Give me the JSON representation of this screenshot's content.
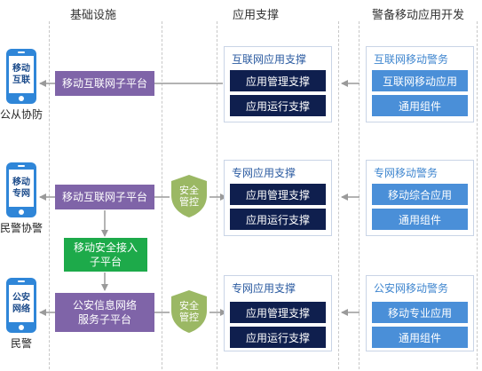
{
  "columns": {
    "infrastructure": "基础设施",
    "app_support": "应用支撑",
    "police_dev": "警备移动应用开发"
  },
  "rows": [
    {
      "user_icon_text": [
        "移动",
        "互联"
      ],
      "user_label": "公从协防",
      "platform": "移动互联网子平台",
      "security": null,
      "support_title": "互联网应用支撑",
      "support_items": [
        "应用管理支撑",
        "应用运行支撑"
      ],
      "dev_title": "互联网移动警务",
      "dev_items": [
        "互联网移动应用",
        "通用组件"
      ]
    },
    {
      "user_icon_text": [
        "移动",
        "专网"
      ],
      "user_label": "民警协警",
      "platform": "移动互联网子平台",
      "security": [
        "安全",
        "管控"
      ],
      "support_title": "专网应用支撑",
      "support_items": [
        "应用管理支撑",
        "应用运行支撑"
      ],
      "dev_title": "专网移动警务",
      "dev_items": [
        "移动综合应用",
        "通用组件"
      ]
    },
    {
      "user_icon_text": [
        "公安",
        "网络"
      ],
      "user_label": "民警",
      "platform": [
        "公安信息网络",
        "服务子平台"
      ],
      "security": [
        "安全",
        "管控"
      ],
      "support_title": "专网应用支撑",
      "support_items": [
        "应用管理支撑",
        "应用运行支撑"
      ],
      "dev_title": "公安网移动警务",
      "dev_items": [
        "移动专业应用",
        "通用组件"
      ]
    }
  ],
  "access_platform": [
    "移动安全接入",
    "子平台"
  ],
  "colors": {
    "phone": "#2f86d8",
    "platform": "#7f64a8",
    "access": "#1daa4a",
    "shield": "#9bb864",
    "dark_item": "#0f1f4e",
    "blue_item": "#4a8fd8",
    "arrow": "#9a9a9a"
  },
  "icons": [
    "phone-icon",
    "shield-icon",
    "arrow-left-icon",
    "arrow-down-icon"
  ]
}
